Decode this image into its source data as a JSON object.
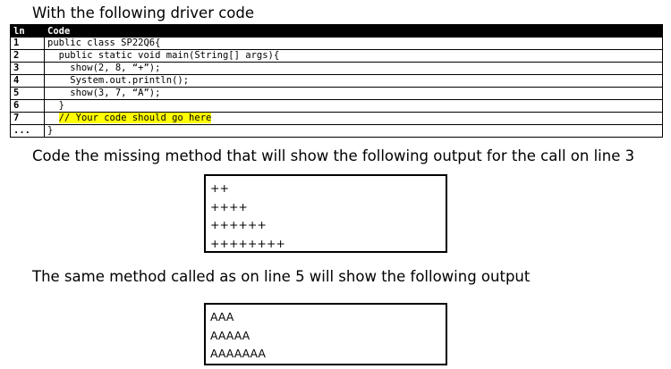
{
  "heading": "With the following driver code",
  "code_table": {
    "headers": [
      "ln",
      "Code"
    ],
    "rows": [
      {
        "ln": "1",
        "code": "public class SP22Q6{"
      },
      {
        "ln": "2",
        "code": "  public static void main(String[] args){"
      },
      {
        "ln": "3",
        "code": "    show(2, 8, “+”);"
      },
      {
        "ln": "4",
        "code": "    System.out.println();"
      },
      {
        "ln": "5",
        "code": "    show(3, 7, “A”);"
      },
      {
        "ln": "6",
        "code": "  }"
      },
      {
        "ln": "7",
        "code": "  // Your code should go here",
        "highlighted": true
      },
      {
        "ln": "...",
        "code": "}"
      }
    ],
    "highlight_color": "#ffff00"
  },
  "instruction": "Code the missing method that will show the following output for the call on line 3",
  "output1": [
    "++",
    "++++",
    "++++++",
    "++++++++"
  ],
  "instruction2": "The same method called as on line 5 will show the following output",
  "output2": [
    "AAA",
    "AAAAA",
    "AAAAAAA"
  ]
}
